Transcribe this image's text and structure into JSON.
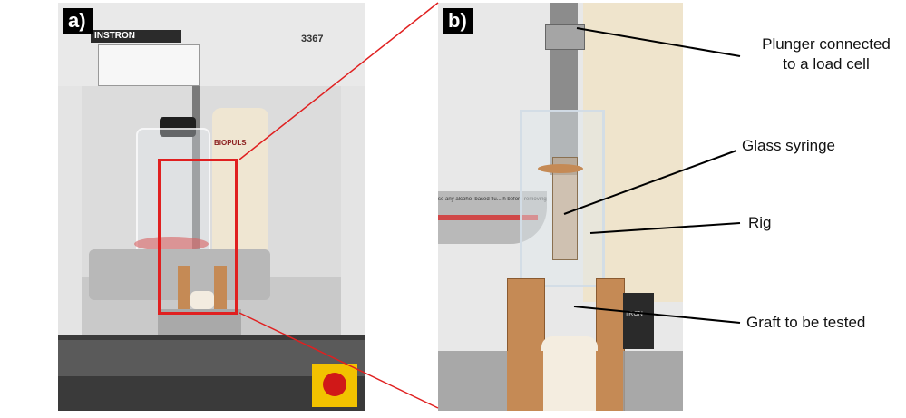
{
  "panels": {
    "a": {
      "label": "a)",
      "instrument_brand": "INSTRON",
      "instrument_model": "3367",
      "housing_text": "BIOPULS"
    },
    "b": {
      "label": "b)",
      "plate_text": "se any alcohol-based flu... h before removing it from the",
      "sensor_text": "TRON"
    }
  },
  "annotations": [
    {
      "id": "plunger",
      "text_lines": [
        "Plunger connected",
        "to a load cell"
      ]
    },
    {
      "id": "syringe",
      "text_lines": [
        "Glass syringe"
      ]
    },
    {
      "id": "rig",
      "text_lines": [
        "Rig"
      ]
    },
    {
      "id": "graft",
      "text_lines": [
        "Graft to be tested"
      ]
    }
  ],
  "colors": {
    "highlight": "#e02020",
    "pointer": "#000000"
  }
}
